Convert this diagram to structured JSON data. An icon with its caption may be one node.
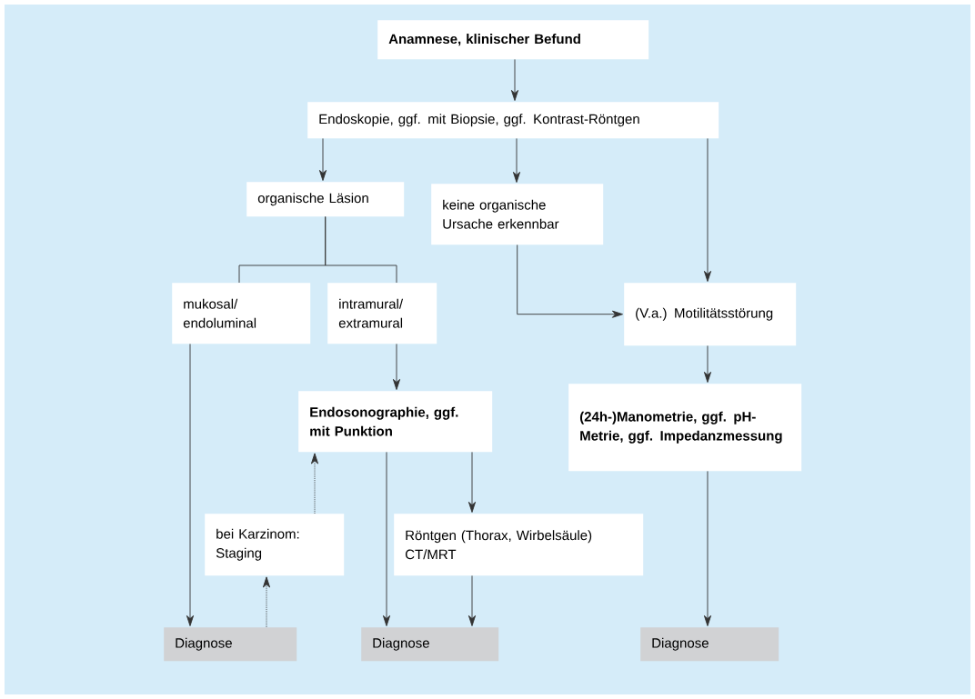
{
  "diagram": {
    "nodes": [
      {
        "text": [
          "Anamnese, klinischer Befund"
        ]
      },
      {
        "text": [
          "Endoskopie, ggf. mit Biopsie, ggf. Kontrast-Röntgen"
        ]
      },
      {
        "text": [
          "organische Läsion"
        ]
      },
      {
        "text": [
          "keine organische Ursache erkennbar"
        ]
      },
      {
        "text": [
          "mukosal/ endoluminal"
        ]
      },
      {
        "text": [
          "intramural/ extramural"
        ]
      },
      {
        "text": [
          "(V.a.) Motilitätsstörung"
        ]
      },
      {
        "text": [
          "Endosonographie, ggf. mit Punktion"
        ]
      },
      {
        "text": [
          "(24h-)Manometrie, ggf. pH-Metrie, ggf. Impedanzmessung"
        ]
      },
      {
        "text": [
          "bei Karzinom: Staging"
        ]
      },
      {
        "text": [
          "Röntgen (Thorax, Wirbelsäule) CT/MRT"
        ]
      },
      {
        "text": [
          "Diagnose"
        ]
      },
      {
        "text": [
          "Diagnose"
        ]
      },
      {
        "text": [
          "Diagnose"
        ]
      }
    ],
    "edges": [
      {
        "from": 0,
        "to": 1,
        "arrow": "to"
      },
      {
        "from": 1,
        "to": 2,
        "arrow": "to"
      },
      {
        "from": 1,
        "to": 3,
        "arrow": "to"
      },
      {
        "from": 1,
        "to": 6,
        "arrow": "to"
      },
      {
        "from": 2,
        "to": 4,
        "arrow": "none"
      },
      {
        "from": 2,
        "to": 5,
        "arrow": "none"
      },
      {
        "from": 3,
        "to": 6,
        "arrow": "to"
      },
      {
        "from": 5,
        "to": 7,
        "arrow": "to"
      },
      {
        "from": 6,
        "to": 8,
        "arrow": "to"
      },
      {
        "from": 4,
        "to": 11,
        "arrow": "to"
      },
      {
        "from": 7,
        "to": 12,
        "arrow": "to"
      },
      {
        "from": 7,
        "to": 10,
        "arrow": "to"
      },
      {
        "from": 10,
        "to": 12,
        "arrow": "to"
      },
      {
        "from": 8,
        "to": 13,
        "arrow": "to"
      },
      {
        "from": 11,
        "to": 9,
        "arrow": "to",
        "style": "dashed"
      },
      {
        "from": 9,
        "to": 7,
        "arrow": "to",
        "style": "dashed"
      }
    ]
  }
}
